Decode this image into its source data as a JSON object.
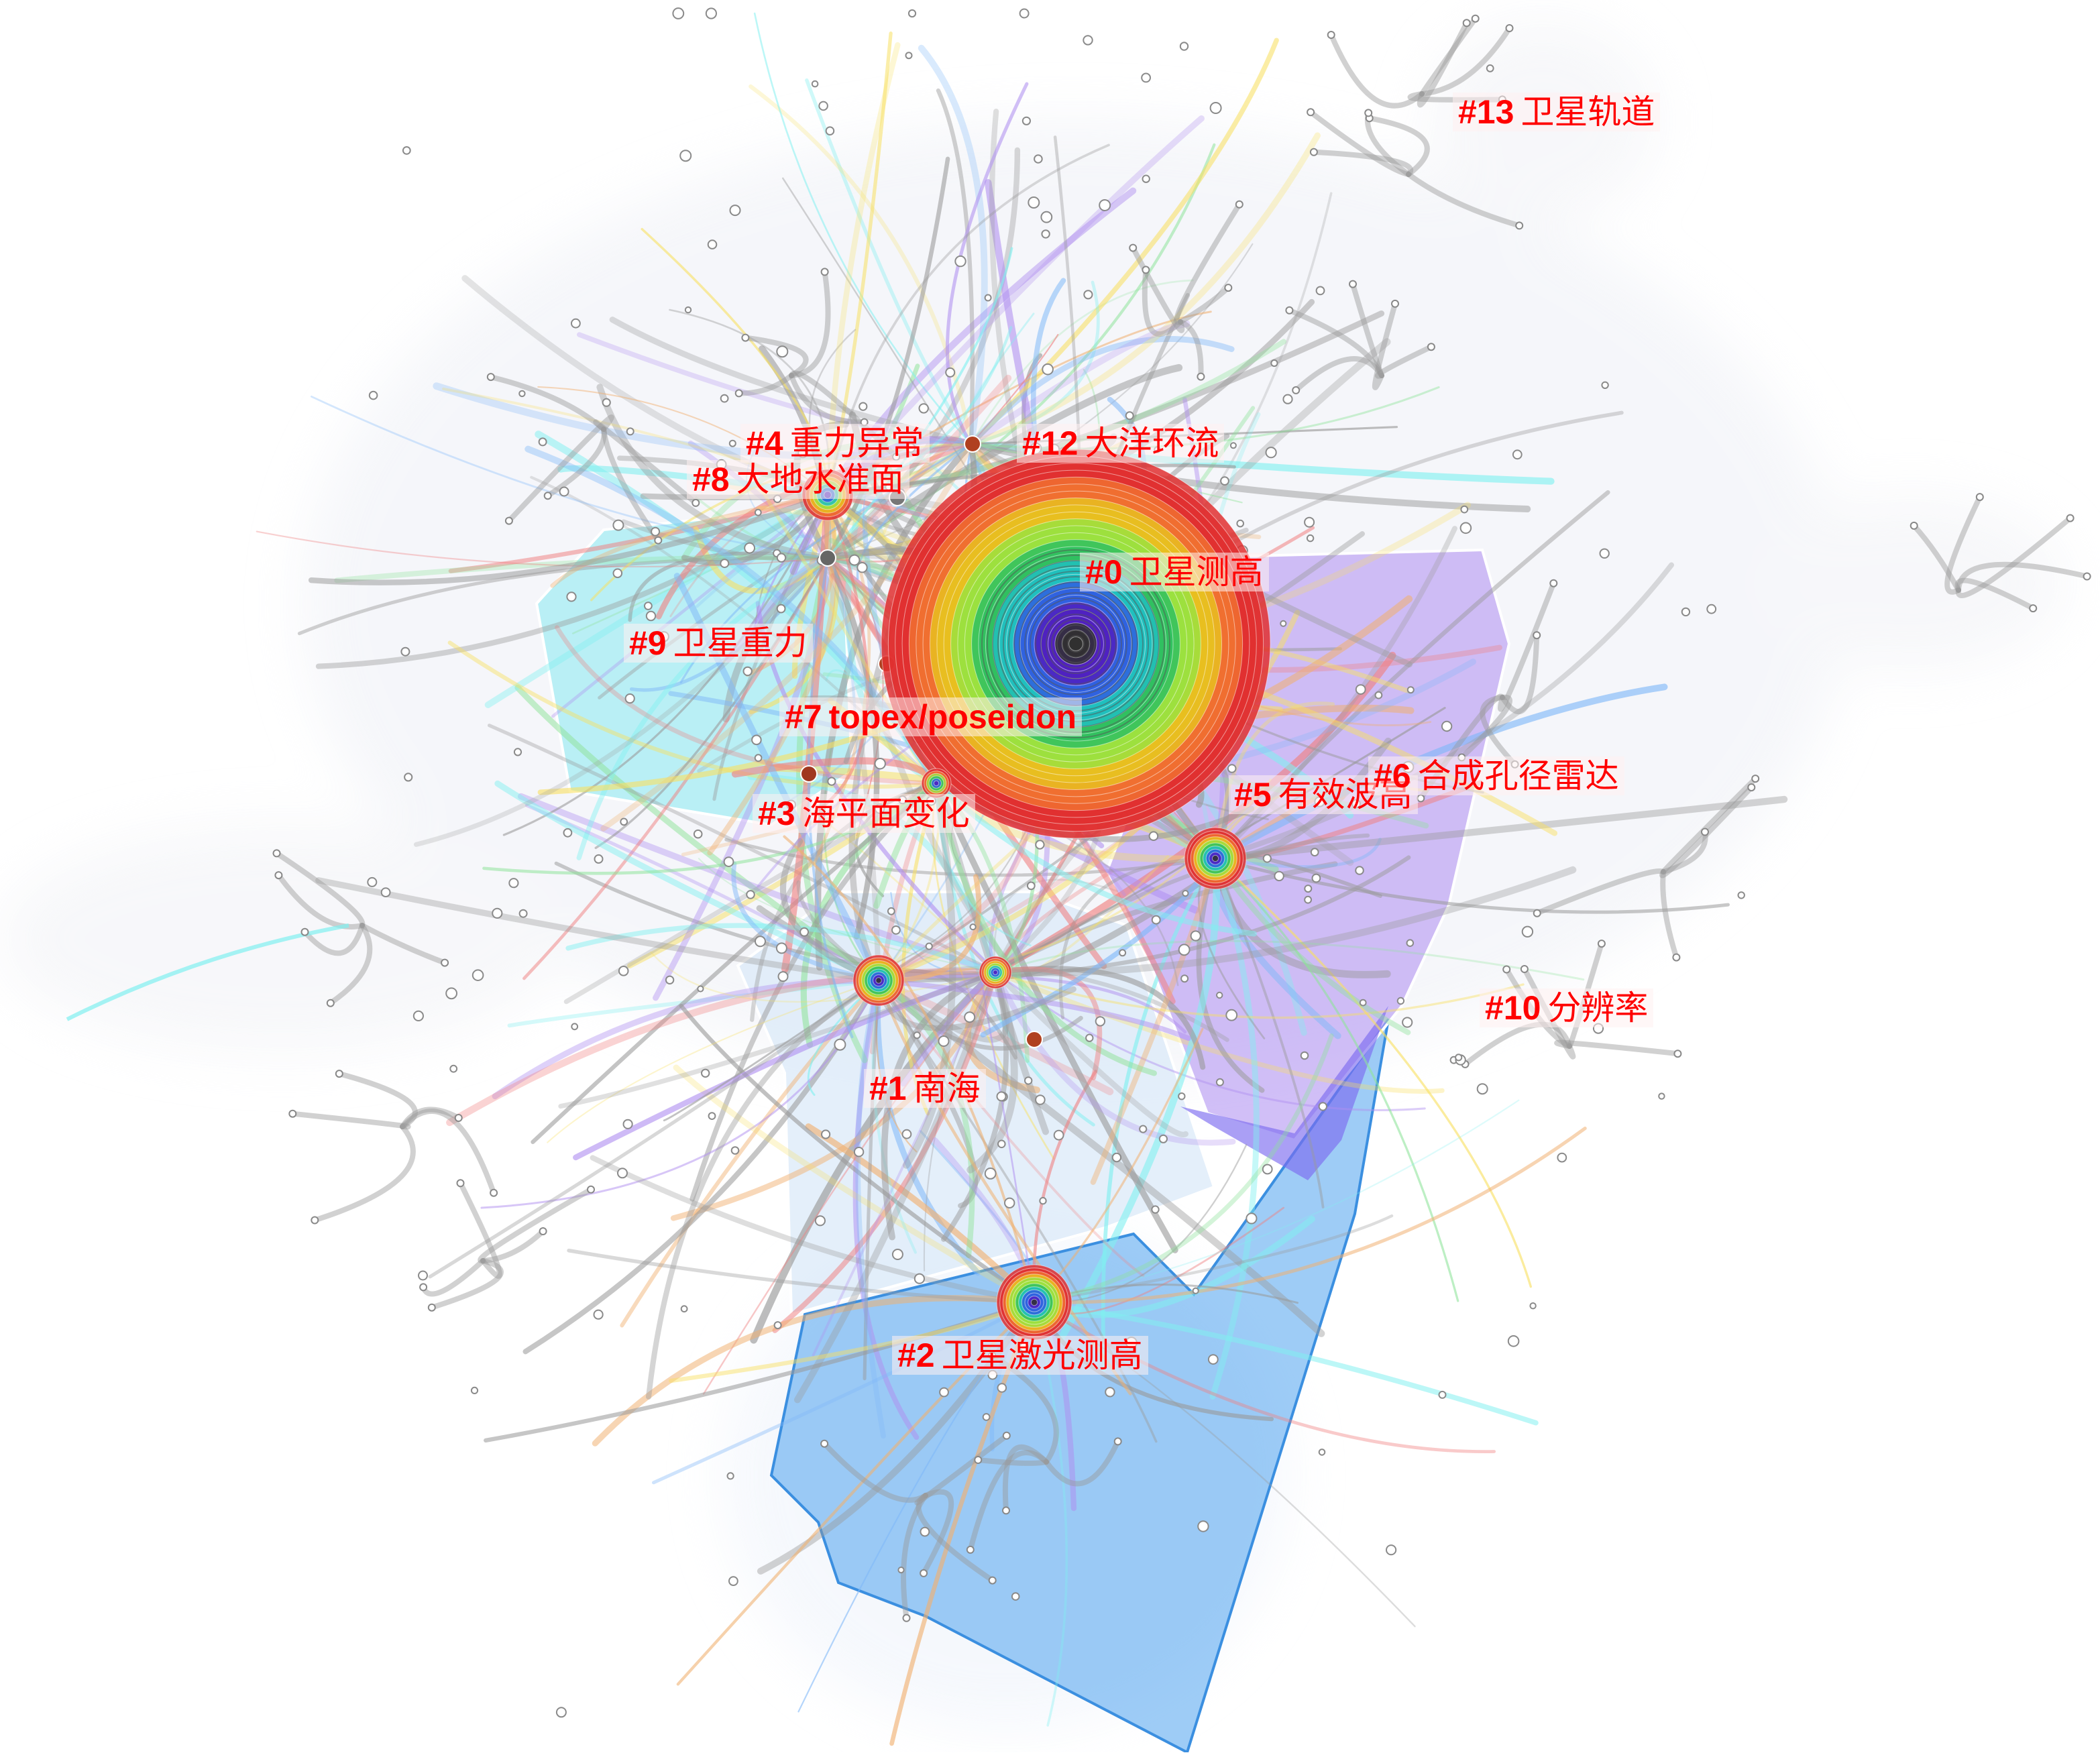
{
  "clusters": [
    {
      "num": "#0",
      "term": "卫星测高"
    },
    {
      "num": "#1",
      "term": "南海"
    },
    {
      "num": "#2",
      "term": "卫星激光测高"
    },
    {
      "num": "#3",
      "term": "海平面变化"
    },
    {
      "num": "#4",
      "term": "重力异常"
    },
    {
      "num": "#5",
      "term": "有效波高"
    },
    {
      "num": "#6",
      "term": "合成孔径雷达"
    },
    {
      "num": "#7",
      "term": "topex/poseidon"
    },
    {
      "num": "#8",
      "term": "大地水准面"
    },
    {
      "num": "#9",
      "term": "卫星重力"
    },
    {
      "num": "#10",
      "term": "分辨率"
    },
    {
      "num": "#12",
      "term": "大洋环流"
    },
    {
      "num": "#13",
      "term": "卫星轨道"
    }
  ],
  "colors": {
    "label": "#ff0000",
    "cluster_hull_blue": "#4fa3ee",
    "cluster_hull_purple": "#a98cf0",
    "cluster_hull_cyan": "#5fe6ee",
    "edge_gray": "#9a9a9a",
    "ring_palette": [
      "#e03030",
      "#f07030",
      "#e8c020",
      "#9be040",
      "#30c060",
      "#20c0c0",
      "#3060e0",
      "#5020c0",
      "#303030"
    ]
  }
}
